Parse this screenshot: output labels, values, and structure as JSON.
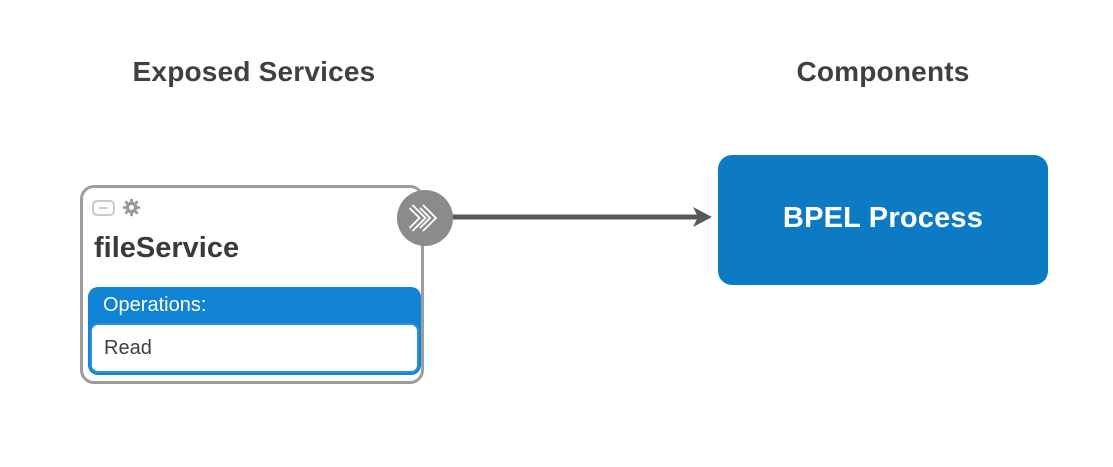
{
  "diagram": {
    "headings": {
      "exposed_services": "Exposed Services",
      "components": "Components"
    },
    "service_card": {
      "title": "fileService",
      "operations_header": "Operations:",
      "operations": [
        "Read"
      ],
      "icons": [
        "collapse-minus-icon",
        "gear-icon"
      ]
    },
    "connector": {
      "icon": "double-chevron-right-icon",
      "arrow": "right-arrow"
    },
    "component_box": {
      "label": "BPEL Process"
    },
    "colors": {
      "operations_blue": "#1183d7",
      "component_blue": "#0d7ac4",
      "operation_border_blue": "#2b8fd9",
      "connector_gray": "#8b8b8b",
      "arrow_gray": "#58585a",
      "card_border_gray": "#9d9d9d",
      "icon_light_gray": "#c9c9c9",
      "gear_gray": "#9a9a9a",
      "heading_text": "#404040",
      "card_title_text": "#3a3a3a",
      "background": "#ffffff"
    }
  }
}
